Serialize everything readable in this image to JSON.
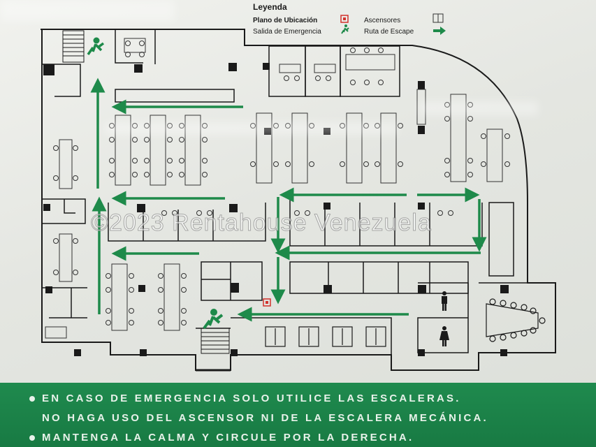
{
  "legend": {
    "title": "Leyenda",
    "location_plan": "Plano de Ubicación",
    "emergency_exit": "Salida de Emergencia",
    "elevators": "Ascensores",
    "escape_route": "Ruta de Escape"
  },
  "instructions": [
    "EN CASO DE EMERGENCIA SOLO UTILICE LAS ESCALERAS.",
    "NO HAGA USO DEL ASCENSOR NI DE LA ESCALERA MECÁNICA.",
    "MANTENGA LA CALMA Y CIRCULE POR LA DERECHA."
  ],
  "watermark": "©2023 Rentahouse Venezuela",
  "colors": {
    "route_green": "#1e8a4a",
    "panel_green": "#1c824a",
    "wall": "#1a1a1a",
    "location_red": "#d2322d"
  },
  "icons": [
    "location-marker-icon",
    "exit-runner-icon",
    "elevator-icon",
    "arrow-right-icon",
    "restroom-man-icon",
    "restroom-woman-icon"
  ]
}
